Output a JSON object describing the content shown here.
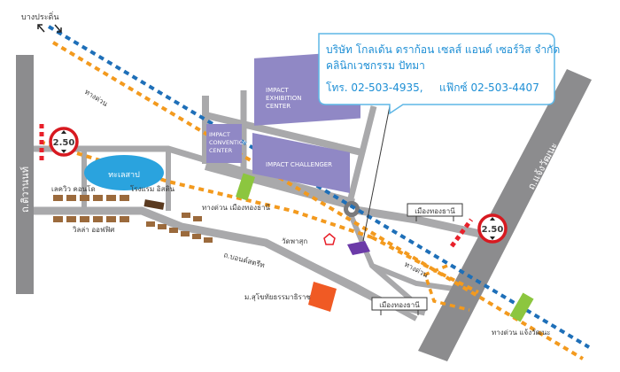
{
  "callout": {
    "company": "บริษัท โกลเด้น ดราก้อน เซลส์ แอนด์ เซอร์วิส จำกัด",
    "clinic": "คลินิกเวชกรรม ปัทมา",
    "phone": "โทร. 02-503-4935,",
    "fax": "แฟ๊กซ์ 02-503-4407"
  },
  "labels": {
    "bang_pradoem": "บางประดิ่น",
    "tang_duan_top": "ทางด่วน",
    "chaeng_wattana_road": "ถ.แจ้งวัฒนะ",
    "tiwanon_road": "ถ.ติวานนท์",
    "lake": "ทะเลสาป",
    "lake_condo": "เลควิว คอนโด",
    "hotel": "โรงแรม อิสติน",
    "villa_office": "วิลล่า ออฟฟิศ",
    "expressway_muang_thong": "ทางด่วน เมืองทองธานี",
    "wat_pha_suk": "วัดพาสุก",
    "bondstreet_road": "ถ.บอนด์สตรีท",
    "sukhothai_school": "ม.สุโขทัยธรรมาธิราช",
    "tang_duan_right": "ทางด่วน",
    "expressway_chaeng_wattana": "ทางด่วน แจ้งวัฒนะ",
    "sign_muang_thong_1": "เมืองทองธานี",
    "sign_muang_thong_2": "เมืองทองธานี",
    "height_limit_left": "2.50",
    "height_limit_right": "2.50"
  },
  "buildings": {
    "exhibition_center": [
      "IMPACT",
      "EXHIBITION",
      "CENTER"
    ],
    "convention_center": [
      "IMPACT",
      "CONVENTION",
      "CENTER"
    ],
    "challenger": "IMPACT CHALLENGER"
  },
  "colors": {
    "road": "#a9a9ab",
    "road_dark": "#7a7a7c",
    "expressway_blue": "#1e6fb8",
    "expressway_orange": "#f39a1e",
    "impact_building": "#9088c5",
    "lake": "#2aa3de",
    "destination": "#6b3aa8",
    "school": "#f05a24",
    "highlight_green": "#8cc63f",
    "lot_brown": "#9b6a3c",
    "callout_border": "#5fb7e6",
    "callout_text": "#1e8fd5",
    "height_sign_red": "#d71920",
    "warning_red": "#e8202a"
  }
}
